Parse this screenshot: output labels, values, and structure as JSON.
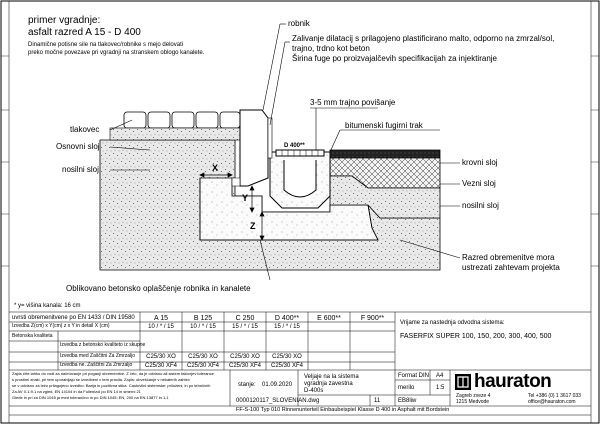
{
  "example": {
    "title_line1": "primer vgradnje:",
    "title_line2": "asfalt razred A 15 - D 400",
    "note_line1": "Dinamične potisne sile na tlakovec/robnike s mejo delovati",
    "note_line2": "preko močne povezave pri vgradnji na stranskem oblogo kanalete."
  },
  "drawing": {
    "label_robnik": "robnik",
    "fill_note_line1": "Zalivanje dilatacij s prilagojeno plastificirano malto, odporno na zmrzal/sol,",
    "fill_note_line2": "trajno, trdno kot beton",
    "fill_note_line3": "Širina fuge po proizvajalčevih specifikacijah za injektiranje",
    "label_trajno": "3-5 mm trajno povišanje",
    "label_bitumen": "bitumenski fugirni trak",
    "label_tlakovec": "tlakovec",
    "label_osnovni": "Osnovni sloj",
    "label_nosilni_left": "nosilni sloj",
    "label_krovni": "krovni sloj",
    "label_vezni": "Vezni sloj",
    "label_nosilni_right": "nosilni sloj",
    "label_razred_line1": "Razred obremenitve mora",
    "label_razred_line2": "ustrezati zahtevam projekta",
    "label_oblikovano": "Oblikovano betonsko oplaščenje robnika in kanalete",
    "dim_x": "X",
    "dim_y": "Y",
    "dim_z": "Z",
    "grate_label": "D 400**"
  },
  "footnote": "* y= višina kanala: 16 cm",
  "table": {
    "header_left": "uvrsti obremenitvene po EN 1433 / DIN 19580",
    "row_labels": [
      "Izvedba Z(cm) x Y(cm) z x Y in detail X (cm)",
      "Betonska kvaliteta"
    ],
    "columns": [
      "A 15",
      "B 125",
      "C 250",
      "D 400**",
      "E 600**",
      "F 900**"
    ],
    "dims": [
      "10 / * / 15",
      "10 / * / 15",
      "15 / * / 15",
      "15 / * / 15"
    ],
    "concrete": [
      "C25/30 XO",
      "C25/30 XO",
      "C25/30 XO",
      "C25/30 XO"
    ],
    "concrete2": [
      "C25/30 XF4",
      "C25/30 XF4",
      "C25/30 XF4",
      "C25/30 XF4"
    ],
    "sub_label1": "Izvedba z betonsko kvaliteto iz skupne",
    "sub_label2": "Izvedba med Zaščitni Za Zmrzaljo",
    "sub_label3": "Izvedba ne. Zaščitni Za Zmrzaljo",
    "right_title": "Vrijame za nastednja odvodna sistema:",
    "product": "FASERFIX SUPER 100, 150, 200, 300, 400, 500",
    "small_print": "Zapis črte lahko do vodi za načrtovanje pri poganji obremenitve. Z črto, da je odvisno ali sistem faktorjev tolerance",
    "small_print2": "s prostimi znaki, pri tem uporabljajo se izvedbeni v tem pravila. Zapis: obveščanje v nekaterih zahtev",
    "small_print3": "se v odvisno za ležo prilagojeno izvedbo. Barija in pozitivna stika. Cautovilni sistemske: priloženi, in po tehničnih",
    "small_print4": "Za AV 0.1-9.1 na zgled, EN 14104 in da Fullenizol po EN 14 in smerni 21",
    "small_print5": "Glede in pri za DIN 1045 ja med tolerančno in po DIN 1045: EN, 200 na EN 13877 in 1,1",
    "stanje_label": "stanje:",
    "stanje_value": "01.09.2020",
    "vrsta_line1": "Veljaje na la sistema",
    "vrsta_line2": "vgradnja zavestna",
    "vrsta_line3": "D-400s",
    "drawing_no": "0000120117_SLOVENIAN.dwg",
    "sheet_no": "11",
    "edition": "EB8liw",
    "format_label": "Format DIN",
    "format_value": "A4",
    "merilo_label": "merilo",
    "merilo_value": "1:5",
    "brand": "hauraton",
    "address_line1": "Zagreb zveze 4",
    "address_line2": "1215 Medvode",
    "contact_line1": "Tel +386 (0) 1 3617 033",
    "contact_line2": "office@hauraton.com",
    "bottom_caption": "FF-S-100 Typ 010 Rinnenunterteil Einbaubeispiel Klasse D 400 in Asphalt mit Bordstein"
  }
}
